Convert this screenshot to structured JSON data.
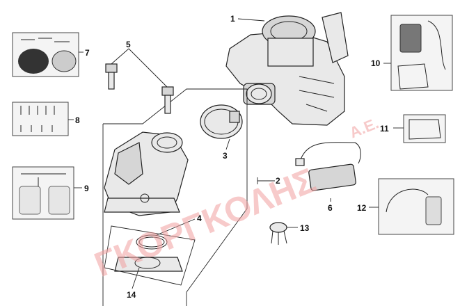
{
  "watermark": {
    "main": "ΓΚΟΡΓΚΟΛΗΣ",
    "suffix": "Α.Ε."
  },
  "callouts": [
    {
      "id": "1",
      "label": "1"
    },
    {
      "id": "2",
      "label": "2"
    },
    {
      "id": "3",
      "label": "3"
    },
    {
      "id": "4",
      "label": "4"
    },
    {
      "id": "5",
      "label": "5"
    },
    {
      "id": "6",
      "label": "6"
    },
    {
      "id": "7",
      "label": "7"
    },
    {
      "id": "8",
      "label": "8"
    },
    {
      "id": "9",
      "label": "9"
    },
    {
      "id": "10",
      "label": "10"
    },
    {
      "id": "11",
      "label": "11"
    },
    {
      "id": "12",
      "label": "12"
    },
    {
      "id": "13",
      "label": "13"
    },
    {
      "id": "14",
      "label": "14"
    }
  ],
  "colors": {
    "watermark": "#f2a0a0",
    "line": "#222222",
    "part_fill": "#e9e9e9"
  }
}
